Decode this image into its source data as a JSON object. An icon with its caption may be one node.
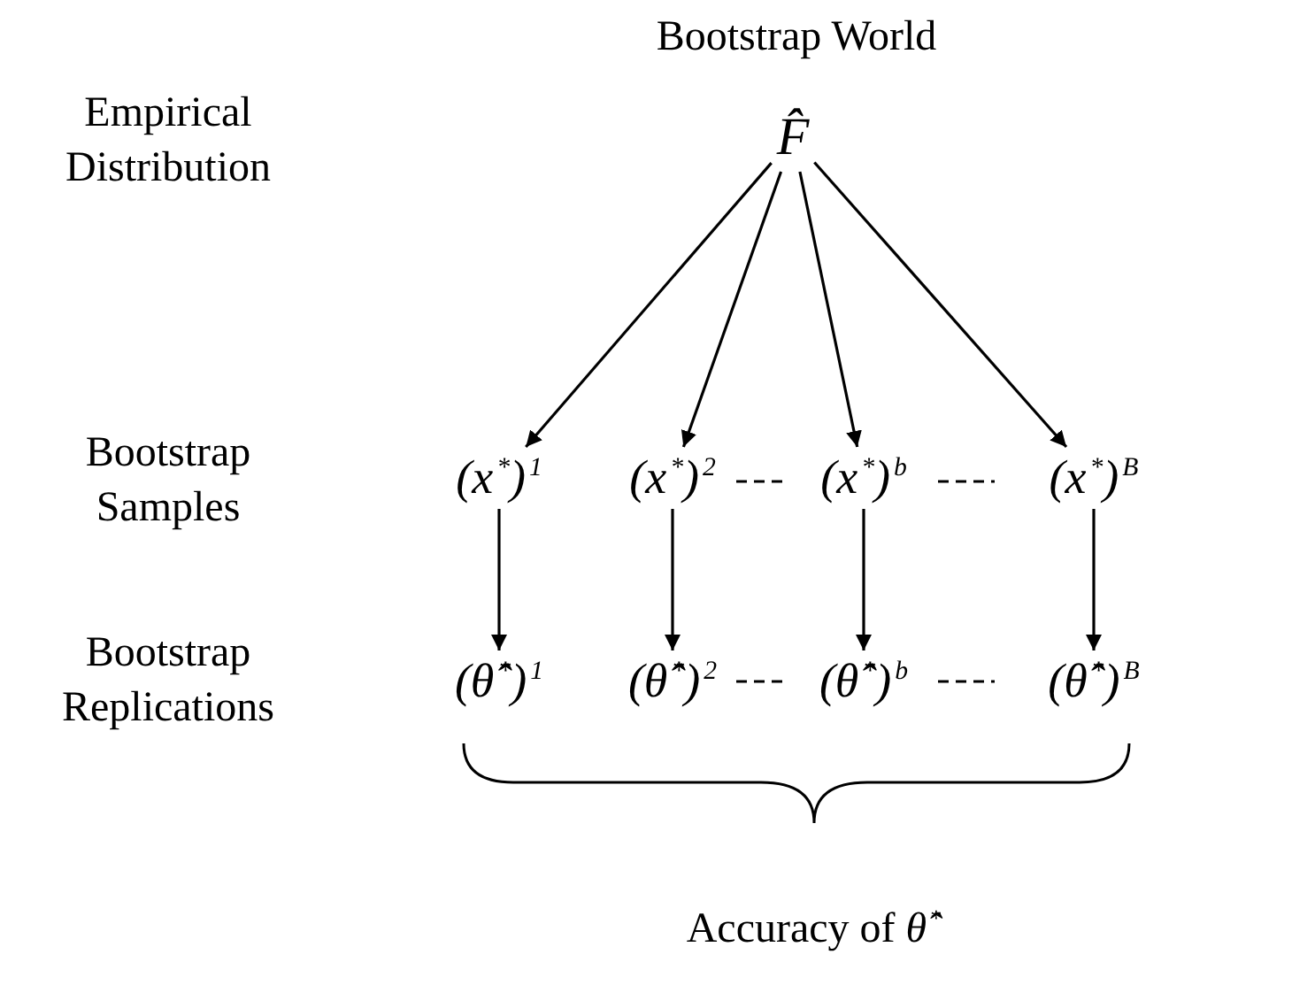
{
  "diagram": {
    "title": "Bootstrap World",
    "nodes": [
      {
        "text": [
          "F̂"
        ]
      },
      {
        "text": [
          "(x$^{*}$)$^{1}$"
        ]
      },
      {
        "text": [
          "(x$^{*}$)$^{2}$"
        ]
      },
      {
        "text": [
          "(x$^{*}$)$^{b}$"
        ]
      },
      {
        "text": [
          "(x$^{*}$)$^{B}$"
        ]
      },
      {
        "text": [
          "(θ̂$^{*}$)$^{1}$"
        ]
      },
      {
        "text": [
          "(θ̂$^{*}$)$^{2}$"
        ]
      },
      {
        "text": [
          "(θ̂$^{*}$)$^{b}$"
        ]
      },
      {
        "text": [
          "(θ̂$^{*}$)$^{B}$"
        ]
      }
    ],
    "edges": [
      {
        "from": 0,
        "to": 1,
        "arrow": "to"
      },
      {
        "from": 0,
        "to": 2,
        "arrow": "to"
      },
      {
        "from": 0,
        "to": 3,
        "arrow": "to"
      },
      {
        "from": 0,
        "to": 4,
        "arrow": "to"
      },
      {
        "from": 1,
        "to": 5,
        "arrow": "to"
      },
      {
        "from": 2,
        "to": 6,
        "arrow": "to"
      },
      {
        "from": 3,
        "to": 7,
        "arrow": "to"
      },
      {
        "from": 4,
        "to": 8,
        "arrow": "to"
      }
    ],
    "labels": [
      "Empirical Distribution",
      "Bootstrap Samples",
      "Bootstrap Replications",
      "Accuracy of *θ̂*$^{*}$"
    ]
  }
}
